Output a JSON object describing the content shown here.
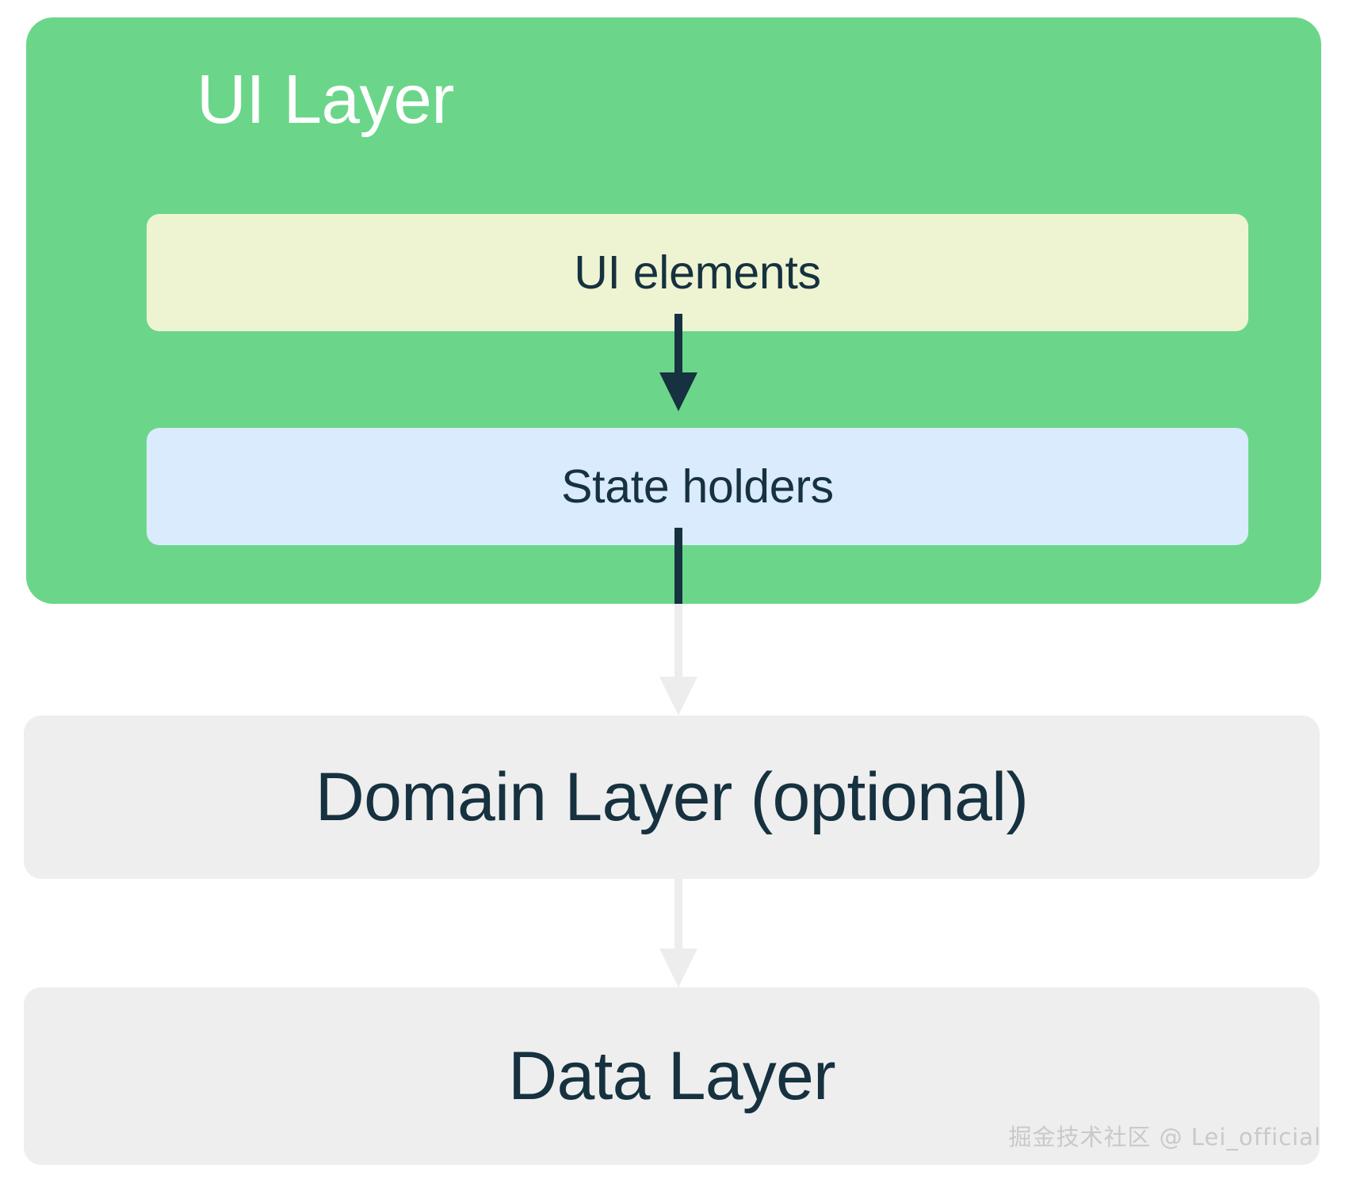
{
  "diagram": {
    "title_semantic": "android-app-architecture-layers",
    "background_color": "#FFFFFF",
    "ui_layer": {
      "label": "UI Layer",
      "color": "#6BD68A",
      "text_color": "#FFFFFF",
      "children": [
        {
          "label": "UI elements",
          "color": "#EEF4D2",
          "text_color": "#16313F"
        },
        {
          "label": "State holders",
          "color": "#D9EBFD",
          "text_color": "#16313F"
        }
      ]
    },
    "layers": [
      {
        "label": "Domain Layer (optional)",
        "color": "#EEEEEE",
        "text_color": "#16313F"
      },
      {
        "label": "Data Layer",
        "color": "#EEEEEE",
        "text_color": "#16313F"
      }
    ],
    "arrows": [
      {
        "from": "UI elements",
        "to": "State holders",
        "color": "#16313F",
        "style": "solid-dark"
      },
      {
        "from": "State holders",
        "to": "Domain Layer (optional)",
        "color": "#EDEDED",
        "style": "solid-light"
      },
      {
        "from": "Domain Layer (optional)",
        "to": "Data Layer",
        "color": "#EDEDED",
        "style": "solid-light"
      }
    ]
  },
  "watermark": {
    "text": "掘金技术社区 @ Lei_official",
    "color": "#C9C9C9"
  }
}
